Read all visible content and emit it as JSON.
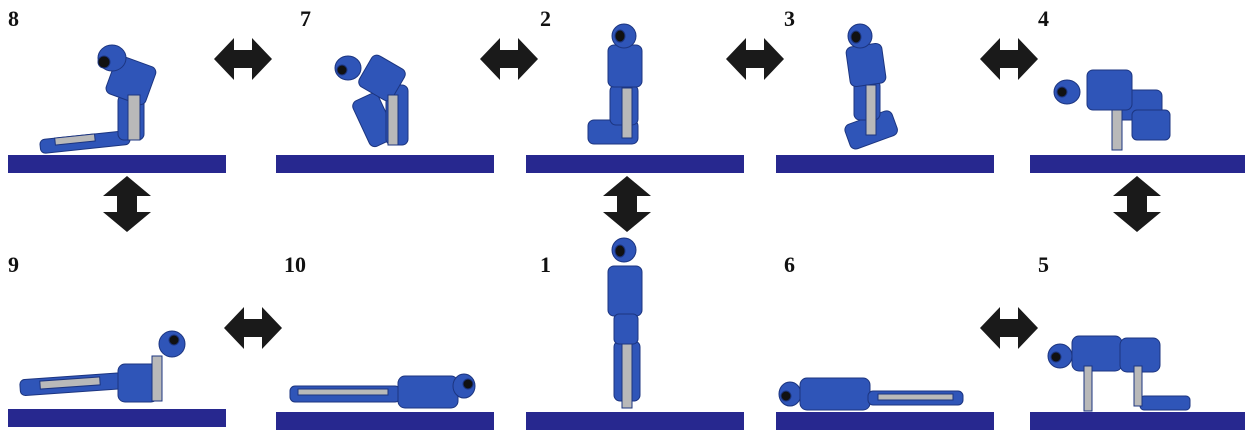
{
  "panels": [
    {
      "label": "8",
      "pose": "seated-legs-extended"
    },
    {
      "label": "7",
      "pose": "crouch-forward"
    },
    {
      "label": "2",
      "pose": "kneel-upright"
    },
    {
      "label": "3",
      "pose": "kneel-lean"
    },
    {
      "label": "4",
      "pose": "hands-knees-forward"
    },
    {
      "label": "9",
      "pose": "plank-rising"
    },
    {
      "label": "10",
      "pose": "lying-prone"
    },
    {
      "label": "1",
      "pose": "standing"
    },
    {
      "label": "6",
      "pose": "lying-prone-head-left"
    },
    {
      "label": "5",
      "pose": "hands-knees-head-left"
    }
  ],
  "colors": {
    "ground": "#27288f",
    "robot_body": "#2f55b8",
    "robot_dark": "#1c3580",
    "robot_joint": "#b9b9b9",
    "arrow": "#1a1a1a"
  },
  "arrows": [
    {
      "name": "arrow-8-7",
      "direction": "horizontal"
    },
    {
      "name": "arrow-7-2",
      "direction": "horizontal"
    },
    {
      "name": "arrow-2-3",
      "direction": "horizontal"
    },
    {
      "name": "arrow-3-4",
      "direction": "horizontal"
    },
    {
      "name": "arrow-8-9",
      "direction": "vertical"
    },
    {
      "name": "arrow-2-1",
      "direction": "vertical"
    },
    {
      "name": "arrow-4-5",
      "direction": "vertical"
    },
    {
      "name": "arrow-9-10",
      "direction": "horizontal"
    },
    {
      "name": "arrow-6-5",
      "direction": "horizontal"
    }
  ]
}
